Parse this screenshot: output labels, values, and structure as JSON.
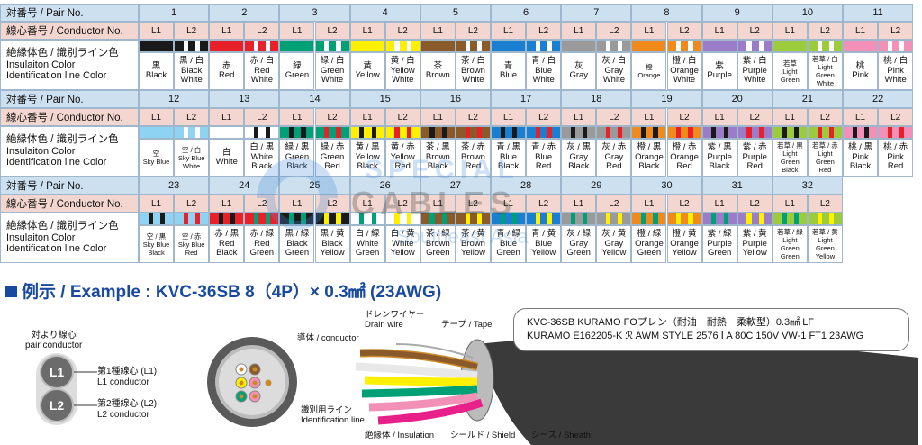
{
  "labels": {
    "pair": "対番号 / Pair No.",
    "conductor": "線心番号 / Conductor No.",
    "color_ja": "絶縁体色 / 識別ライン色",
    "color_en1": "Insulaiton Color",
    "color_en2": "Identification line Color",
    "l1": "L1",
    "l2": "L2"
  },
  "swatch_colors": {
    "black": "#1a1a1a",
    "white": "#ffffff",
    "red": "#e8202a",
    "green": "#00a077",
    "yellow": "#fff000",
    "brown": "#8b5a2b",
    "blue": "#1a7fd0",
    "gray": "#9a9a9a",
    "orange": "#f08a1c",
    "purple": "#9b7cc9",
    "lightgreen": "#9ccc3c",
    "pink": "#f290b8",
    "skyblue": "#8fd3f2"
  },
  "table_rows": [
    {
      "pairs": [
        {
          "no": "1",
          "l1": {
            "name": "黒\nBlack",
            "base": "black",
            "stripe": null
          },
          "l2": {
            "name": "黒 / 白\nBlack\nWhite",
            "base": "black",
            "stripe": "white"
          }
        },
        {
          "no": "2",
          "l1": {
            "name": "赤\nRed",
            "base": "red",
            "stripe": null
          },
          "l2": {
            "name": "赤 / 白\nRed\nWhite",
            "base": "red",
            "stripe": "white"
          }
        },
        {
          "no": "3",
          "l1": {
            "name": "緑\nGreen",
            "base": "green",
            "stripe": null
          },
          "l2": {
            "name": "緑 / 白\nGreen\nWhite",
            "base": "green",
            "stripe": "white"
          }
        },
        {
          "no": "4",
          "l1": {
            "name": "黄\nYellow",
            "base": "yellow",
            "stripe": null
          },
          "l2": {
            "name": "黄 / 白\nYellow\nWhite",
            "base": "yellow",
            "stripe": "white"
          }
        },
        {
          "no": "5",
          "l1": {
            "name": "茶\nBrown",
            "base": "brown",
            "stripe": null
          },
          "l2": {
            "name": "茶 / 白\nBrown\nWhite",
            "base": "brown",
            "stripe": "white"
          }
        },
        {
          "no": "6",
          "l1": {
            "name": "青\nBlue",
            "base": "blue",
            "stripe": null
          },
          "l2": {
            "name": "青 / 白\nBlue\nWhite",
            "base": "blue",
            "stripe": "white"
          }
        },
        {
          "no": "7",
          "l1": {
            "name": "灰\nGray",
            "base": "gray",
            "stripe": null
          },
          "l2": {
            "name": "灰 / 白\nGray\nWhite",
            "base": "gray",
            "stripe": "white"
          }
        },
        {
          "no": "8",
          "l1": {
            "name": "橙\nOrange",
            "base": "orange",
            "stripe": null,
            "small": true
          },
          "l2": {
            "name": "橙 / 白\nOrange\nWhite",
            "base": "orange",
            "stripe": "white"
          }
        },
        {
          "no": "9",
          "l1": {
            "name": "紫\nPurple",
            "base": "purple",
            "stripe": null
          },
          "l2": {
            "name": "紫 / 白\nPurple\nWhite",
            "base": "purple",
            "stripe": "white"
          }
        },
        {
          "no": "10",
          "l1": {
            "name": "若草\nLight Green",
            "base": "lightgreen",
            "stripe": null,
            "small": true
          },
          "l2": {
            "name": "若草 / 白\nLight Green\nWhite",
            "base": "lightgreen",
            "stripe": "white",
            "small": true
          }
        },
        {
          "no": "11",
          "l1": {
            "name": "桃\nPink",
            "base": "pink",
            "stripe": null
          },
          "l2": {
            "name": "桃 / 白\nPink\nWhite",
            "base": "pink",
            "stripe": "white"
          }
        }
      ]
    },
    {
      "pairs": [
        {
          "no": "12",
          "l1": {
            "name": "空\nSky Blue",
            "base": "skyblue",
            "stripe": null,
            "small": true
          },
          "l2": {
            "name": "空 / 白\nSky Blue\nWhite",
            "base": "skyblue",
            "stripe": "white",
            "small": true
          }
        },
        {
          "no": "13",
          "l1": {
            "name": "白\nWhite",
            "base": "white",
            "stripe": null
          },
          "l2": {
            "name": "白 / 黒\nWhite\nBlack",
            "base": "white",
            "stripe": "black"
          }
        },
        {
          "no": "14",
          "l1": {
            "name": "緑 / 黒\nGreen\nBlack",
            "base": "green",
            "stripe": "black"
          },
          "l2": {
            "name": "緑 / 赤\nGreen\nRed",
            "base": "green",
            "stripe": "red"
          }
        },
        {
          "no": "15",
          "l1": {
            "name": "黄 / 黒\nYellow\nBlack",
            "base": "yellow",
            "stripe": "black"
          },
          "l2": {
            "name": "黄 / 赤\nYellow\nRed",
            "base": "yellow",
            "stripe": "red"
          }
        },
        {
          "no": "16",
          "l1": {
            "name": "茶 / 黒\nBrown\nBlack",
            "base": "brown",
            "stripe": "black"
          },
          "l2": {
            "name": "茶 / 赤\nBrown\nRed",
            "base": "brown",
            "stripe": "red"
          }
        },
        {
          "no": "17",
          "l1": {
            "name": "青 / 黒\nBlue\nBlack",
            "base": "blue",
            "stripe": "black"
          },
          "l2": {
            "name": "青 / 赤\nBlue\nRed",
            "base": "blue",
            "stripe": "red"
          }
        },
        {
          "no": "18",
          "l1": {
            "name": "灰 / 黒\nGray\nBlack",
            "base": "gray",
            "stripe": "black"
          },
          "l2": {
            "name": "灰 / 赤\nGray\nRed",
            "base": "gray",
            "stripe": "red"
          }
        },
        {
          "no": "19",
          "l1": {
            "name": "橙 / 黒\nOrange\nBlack",
            "base": "orange",
            "stripe": "black"
          },
          "l2": {
            "name": "橙 / 赤\nOrange\nRed",
            "base": "orange",
            "stripe": "red"
          }
        },
        {
          "no": "20",
          "l1": {
            "name": "紫 / 黒\nPurple\nBlack",
            "base": "purple",
            "stripe": "black"
          },
          "l2": {
            "name": "紫 / 赤\nPurple\nRed",
            "base": "purple",
            "stripe": "red"
          }
        },
        {
          "no": "21",
          "l1": {
            "name": "若草 / 黒\nLight Green\nBlack",
            "base": "lightgreen",
            "stripe": "black",
            "small": true
          },
          "l2": {
            "name": "若草 / 赤\nLight Green\nRed",
            "base": "lightgreen",
            "stripe": "red",
            "small": true
          }
        },
        {
          "no": "22",
          "l1": {
            "name": "桃 / 黒\nPink\nBlack",
            "base": "pink",
            "stripe": "black"
          },
          "l2": {
            "name": "桃 / 赤\nPink\nRed",
            "base": "pink",
            "stripe": "red"
          }
        }
      ]
    },
    {
      "pairs": [
        {
          "no": "23",
          "l1": {
            "name": "空 / 黒\nSky Blue\nBlack",
            "base": "skyblue",
            "stripe": "black",
            "small": true
          },
          "l2": {
            "name": "空 / 赤\nSky Blue\nRed",
            "base": "skyblue",
            "stripe": "red",
            "small": true
          }
        },
        {
          "no": "24",
          "l1": {
            "name": "赤 / 黒\nRed\nBlack",
            "base": "red",
            "stripe": "black"
          },
          "l2": {
            "name": "赤 / 緑\nRed\nGreen",
            "base": "red",
            "stripe": "green"
          }
        },
        {
          "no": "25",
          "l1": {
            "name": "黒 / 緑\nBlack\nGreen",
            "base": "black",
            "stripe": "green"
          },
          "l2": {
            "name": "黒 / 黄\nBlack\nYellow",
            "base": "black",
            "stripe": "yellow"
          }
        },
        {
          "no": "26",
          "l1": {
            "name": "白 / 緑\nWhite\nGreen",
            "base": "white",
            "stripe": "green"
          },
          "l2": {
            "name": "白 / 黄\nWhite\nYellow",
            "base": "white",
            "stripe": "yellow"
          }
        },
        {
          "no": "27",
          "l1": {
            "name": "茶 / 緑\nBrown\nGreen",
            "base": "brown",
            "stripe": "green"
          },
          "l2": {
            "name": "茶 / 黄\nBrown\nYellow",
            "base": "brown",
            "stripe": "yellow"
          }
        },
        {
          "no": "28",
          "l1": {
            "name": "青 / 緑\nBlue\nGreen",
            "base": "blue",
            "stripe": "green"
          },
          "l2": {
            "name": "青 / 黄\nBlue\nYellow",
            "base": "blue",
            "stripe": "yellow"
          }
        },
        {
          "no": "29",
          "l1": {
            "name": "灰 / 緑\nGray\nGreen",
            "base": "gray",
            "stripe": "green"
          },
          "l2": {
            "name": "灰 / 黄\nGray\nYellow",
            "base": "gray",
            "stripe": "yellow"
          }
        },
        {
          "no": "30",
          "l1": {
            "name": "橙 / 緑\nOrange\nGreen",
            "base": "orange",
            "stripe": "green"
          },
          "l2": {
            "name": "橙 / 黄\nOrange\nYellow",
            "base": "orange",
            "stripe": "yellow"
          }
        },
        {
          "no": "31",
          "l1": {
            "name": "紫 / 緑\nPurple\nGreen",
            "base": "purple",
            "stripe": "green"
          },
          "l2": {
            "name": "紫 / 黄\nPurple\nYellow",
            "base": "purple",
            "stripe": "yellow"
          }
        },
        {
          "no": "32",
          "l1": {
            "name": "若草 / 緑\nLight Green\nGreen",
            "base": "lightgreen",
            "stripe": "green",
            "small": true
          },
          "l2": {
            "name": "若草 / 黄\nLight Green\nYellow",
            "base": "lightgreen",
            "stripe": "yellow",
            "small": true
          }
        }
      ]
    }
  ],
  "example": {
    "title": "例示 / Example : KVC-36SB 8（4P）× 0.3㎟ (23AWG)",
    "pair_conductor_ja": "対より線心",
    "pair_conductor_en": "pair  conductor",
    "l1": "L1",
    "l2": "L2",
    "l1_note_ja": "第1種線心 (L1)",
    "l1_note_en": "L1 conductor",
    "l2_note_ja": "第2種線心 (L2)",
    "l2_note_en": "L2 conductor",
    "conductor": "導体 / conductor",
    "drain_ja": "ドレンワイヤー",
    "drain_en": "Drain wire",
    "tape": "テープ / Tape",
    "idline_ja": "識別用ライン",
    "idline_en": "Identification line",
    "insulation": "絶縁体 / Insulation",
    "shield": "シールド / Shield",
    "sheath": "シース / Sheath",
    "spec_line1": "KVC-36SB KURAMO FOプレン（耐油　耐熱　柔軟型）0.3㎟ LF",
    "spec_line2": "KURAMO E162205-K ℛ AWM STYLE 2576 Ⅰ A 80C 150V VW-1 FT1 23AWG"
  },
  "watermark": {
    "line1": "SPECIAL",
    "line2": "CABLES",
    "line3": "Southeast Asia"
  }
}
